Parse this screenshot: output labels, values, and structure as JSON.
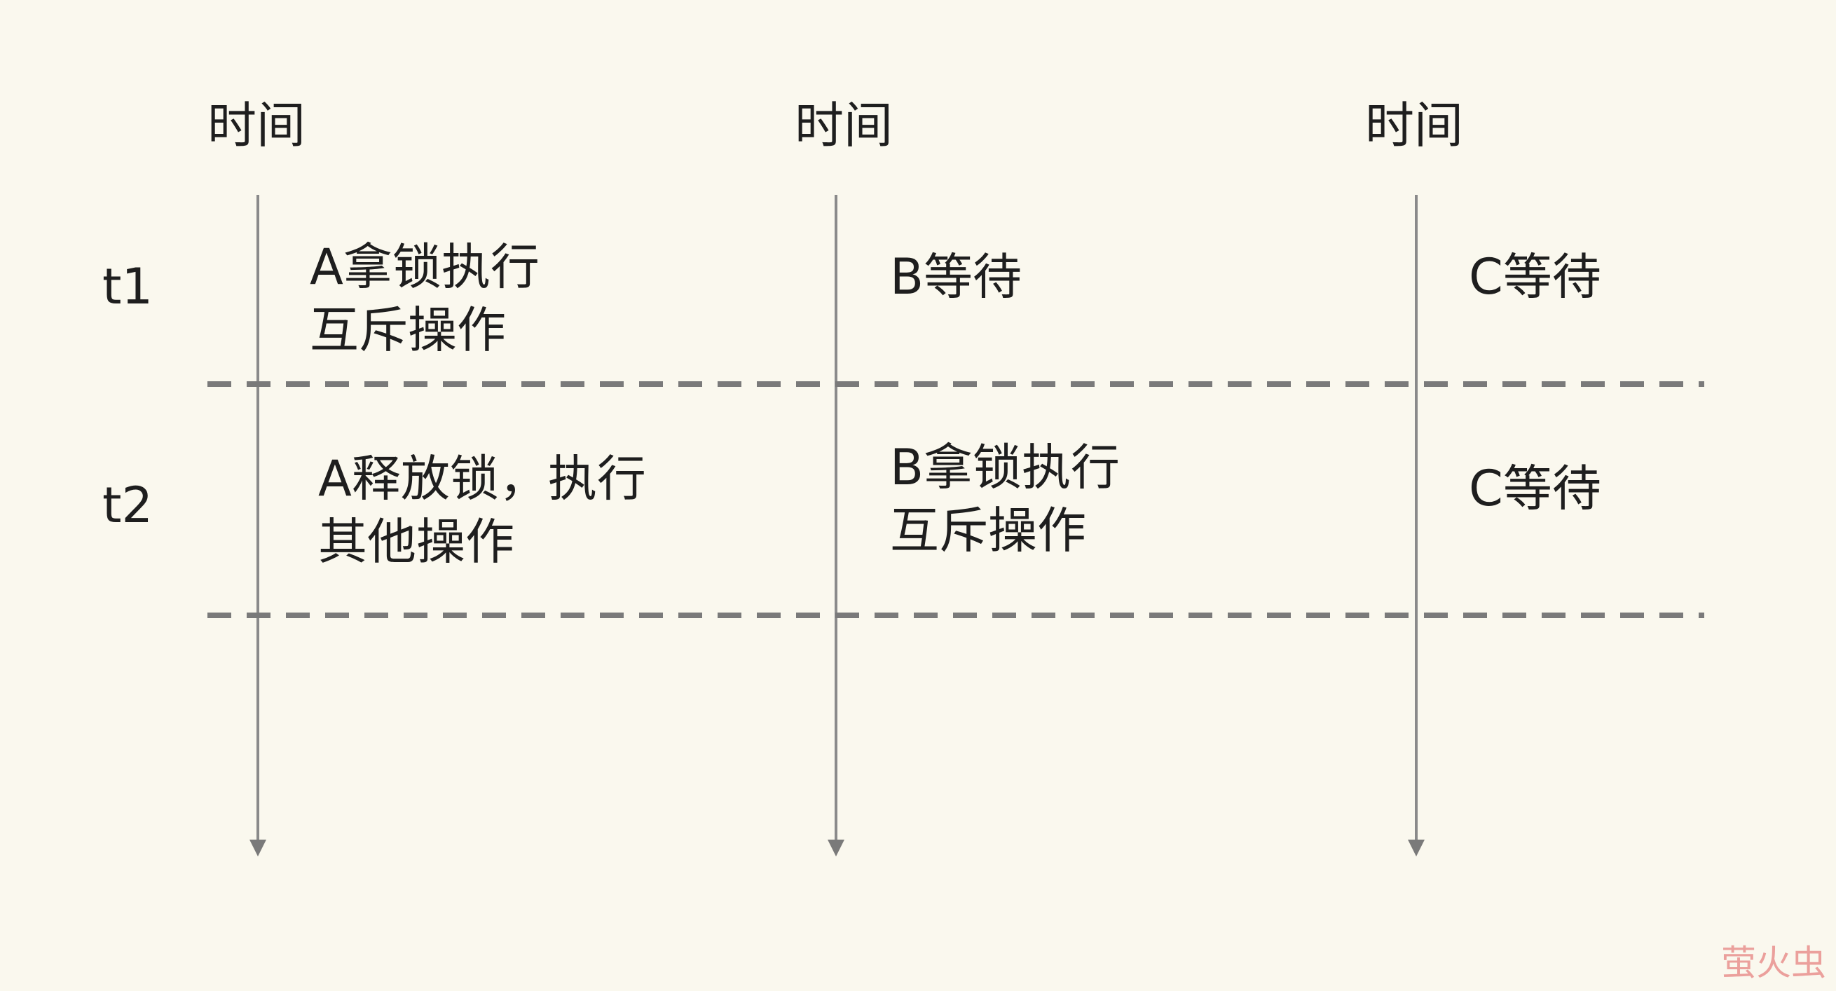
{
  "columns": [
    {
      "header": "时间"
    },
    {
      "header": "时间"
    },
    {
      "header": "时间"
    }
  ],
  "rows": [
    {
      "label": "t1",
      "cells": [
        [
          "A拿锁执行",
          "互斥操作"
        ],
        [
          "B等待"
        ],
        [
          "C等待"
        ]
      ]
    },
    {
      "label": "t2",
      "cells": [
        [
          "A释放锁，执行",
          "其他操作"
        ],
        [
          "B拿锁执行",
          "互斥操作"
        ],
        [
          "C等待"
        ]
      ]
    }
  ],
  "watermark": "萤火虫",
  "colors": {
    "background": "#faf8ee",
    "timeline": "#8a8a8a",
    "divider": "#7a7a7a",
    "text": "#1e1e1e",
    "watermark": "#e05a5a"
  }
}
